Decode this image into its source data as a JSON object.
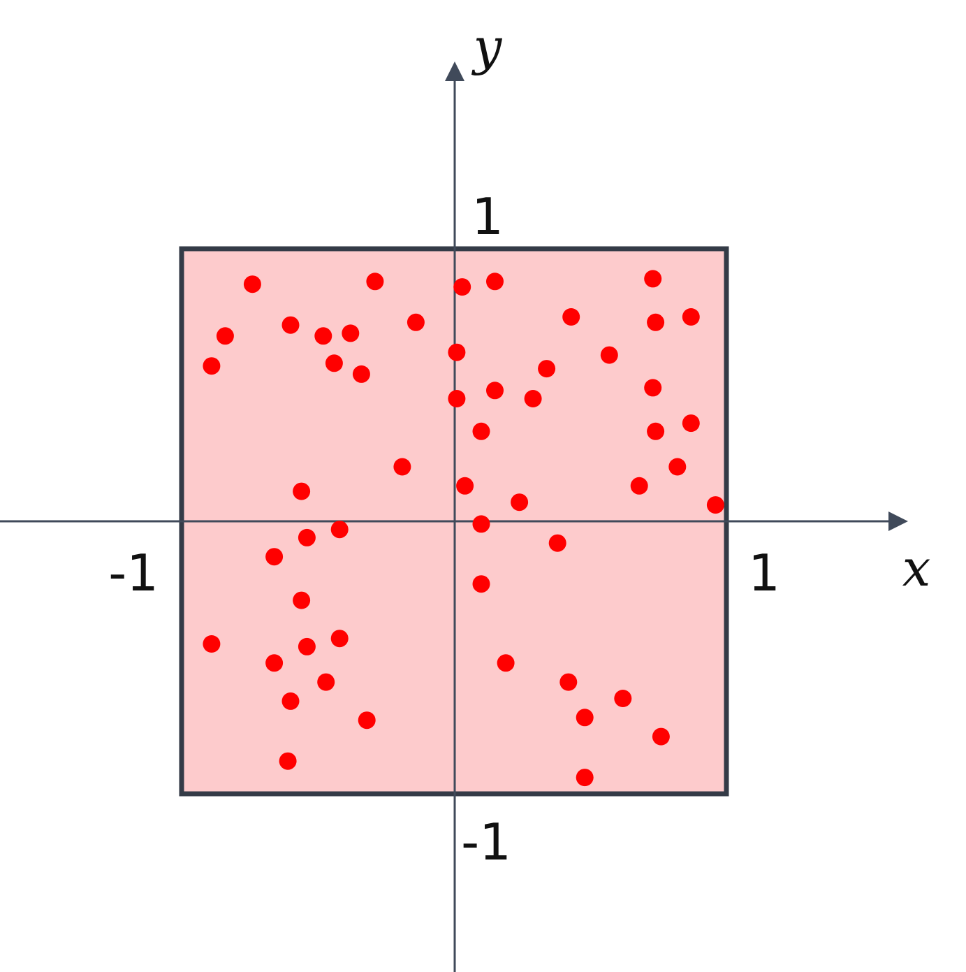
{
  "chart_data": {
    "type": "scatter",
    "title": "",
    "xlabel": "x",
    "ylabel": "y",
    "xlim": [
      -1,
      1
    ],
    "ylim": [
      -1,
      1
    ],
    "x_tick_labels": [
      "-1",
      "1"
    ],
    "y_tick_labels": [
      "1",
      "-1"
    ],
    "grid": false,
    "legend": "none",
    "colors": {
      "points": "#ff0000",
      "region_fill": "#fdcbcc",
      "region_border": "#343b47",
      "axes": "#404a5a"
    },
    "points": [
      [
        -0.74,
        0.87
      ],
      [
        -0.84,
        0.68
      ],
      [
        -0.89,
        0.57
      ],
      [
        -0.6,
        0.72
      ],
      [
        -0.48,
        0.68
      ],
      [
        -0.38,
        0.69
      ],
      [
        -0.44,
        0.58
      ],
      [
        -0.34,
        0.54
      ],
      [
        -0.29,
        0.88
      ],
      [
        -0.14,
        0.73
      ],
      [
        0.03,
        0.86
      ],
      [
        0.15,
        0.88
      ],
      [
        0.01,
        0.62
      ],
      [
        0.01,
        0.45
      ],
      [
        0.15,
        0.48
      ],
      [
        0.29,
        0.45
      ],
      [
        0.34,
        0.56
      ],
      [
        0.43,
        0.75
      ],
      [
        0.57,
        0.61
      ],
      [
        0.73,
        0.89
      ],
      [
        0.74,
        0.73
      ],
      [
        0.87,
        0.75
      ],
      [
        0.73,
        0.49
      ],
      [
        0.74,
        0.33
      ],
      [
        0.87,
        0.36
      ],
      [
        0.82,
        0.2
      ],
      [
        0.68,
        0.13
      ],
      [
        0.96,
        0.06
      ],
      [
        0.1,
        0.33
      ],
      [
        -0.19,
        0.2
      ],
      [
        0.04,
        0.13
      ],
      [
        0.24,
        0.07
      ],
      [
        -0.56,
        0.11
      ],
      [
        -0.54,
        -0.06
      ],
      [
        -0.42,
        -0.03
      ],
      [
        0.1,
        -0.01
      ],
      [
        0.38,
        -0.08
      ],
      [
        -0.66,
        -0.13
      ],
      [
        0.1,
        -0.23
      ],
      [
        -0.56,
        -0.29
      ],
      [
        -0.89,
        -0.45
      ],
      [
        -0.66,
        -0.52
      ],
      [
        -0.54,
        -0.46
      ],
      [
        -0.42,
        -0.43
      ],
      [
        -0.47,
        -0.59
      ],
      [
        -0.6,
        -0.66
      ],
      [
        -0.32,
        -0.73
      ],
      [
        -0.61,
        -0.88
      ],
      [
        0.19,
        -0.52
      ],
      [
        0.42,
        -0.59
      ],
      [
        0.62,
        -0.65
      ],
      [
        0.48,
        -0.72
      ],
      [
        0.76,
        -0.79
      ],
      [
        0.48,
        -0.94
      ]
    ]
  }
}
